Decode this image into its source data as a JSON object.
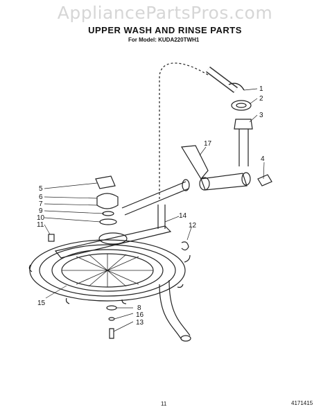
{
  "watermark": "AppliancePartsPros.com",
  "title": "UPPER WASH AND RINSE PARTS",
  "subtitle": "For Model: KUDA220TWH1",
  "page_number": "11",
  "doc_code": "4171415",
  "callouts": [
    "1",
    "2",
    "3",
    "4",
    "5",
    "6",
    "7",
    "8",
    "9",
    "10",
    "11",
    "12",
    "13",
    "14",
    "15",
    "16",
    "17"
  ]
}
